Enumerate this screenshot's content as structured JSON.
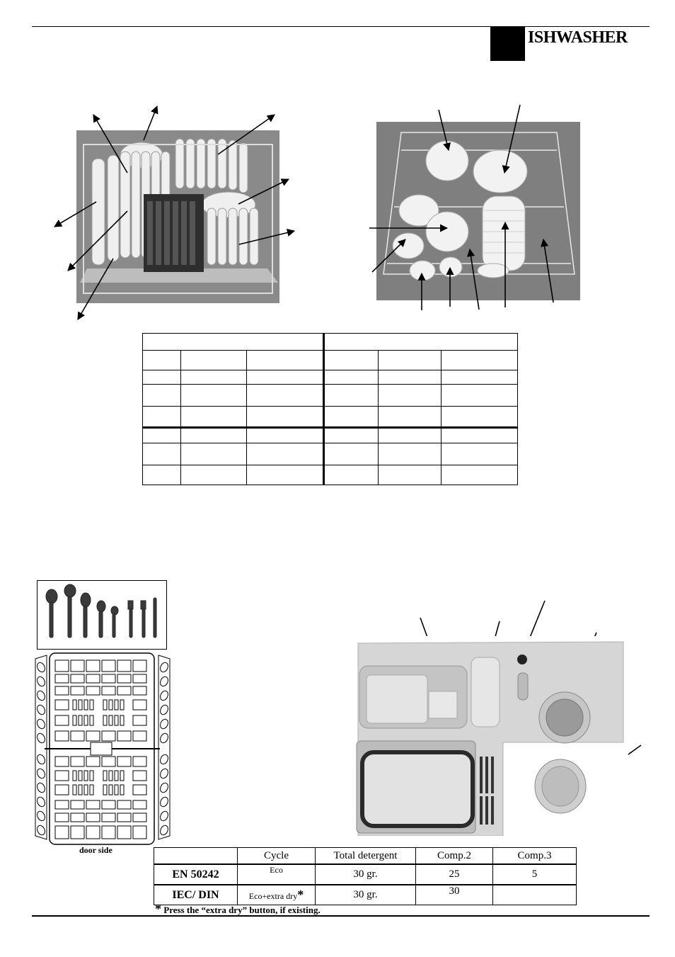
{
  "header": {
    "title": "ISHWASHER"
  },
  "dispenser_photo": {},
  "cutlery_basket": {
    "door_side_label": "door side"
  },
  "detergent_table": {
    "headers": [
      "",
      "Cycle",
      "Total detergent",
      "Comp.2",
      "Comp.3"
    ],
    "rows": [
      {
        "standard": "EN 50242",
        "cycle": "Eco",
        "total": "30 gr.",
        "comp2": "25",
        "comp3": "5"
      },
      {
        "standard": "IEC/ DIN",
        "cycle": "Eco+extra dry",
        "cycle_mark": "*",
        "total": "30 gr.",
        "comp2": "30",
        "comp3": ""
      }
    ]
  },
  "footnote": {
    "star": "*",
    "text": "Press the “extra dry” button,  if existing."
  },
  "colors": {
    "photo_bg": "#7a7a7a",
    "dish": "#eeeeee",
    "dispenser": "#d6d6d6"
  }
}
